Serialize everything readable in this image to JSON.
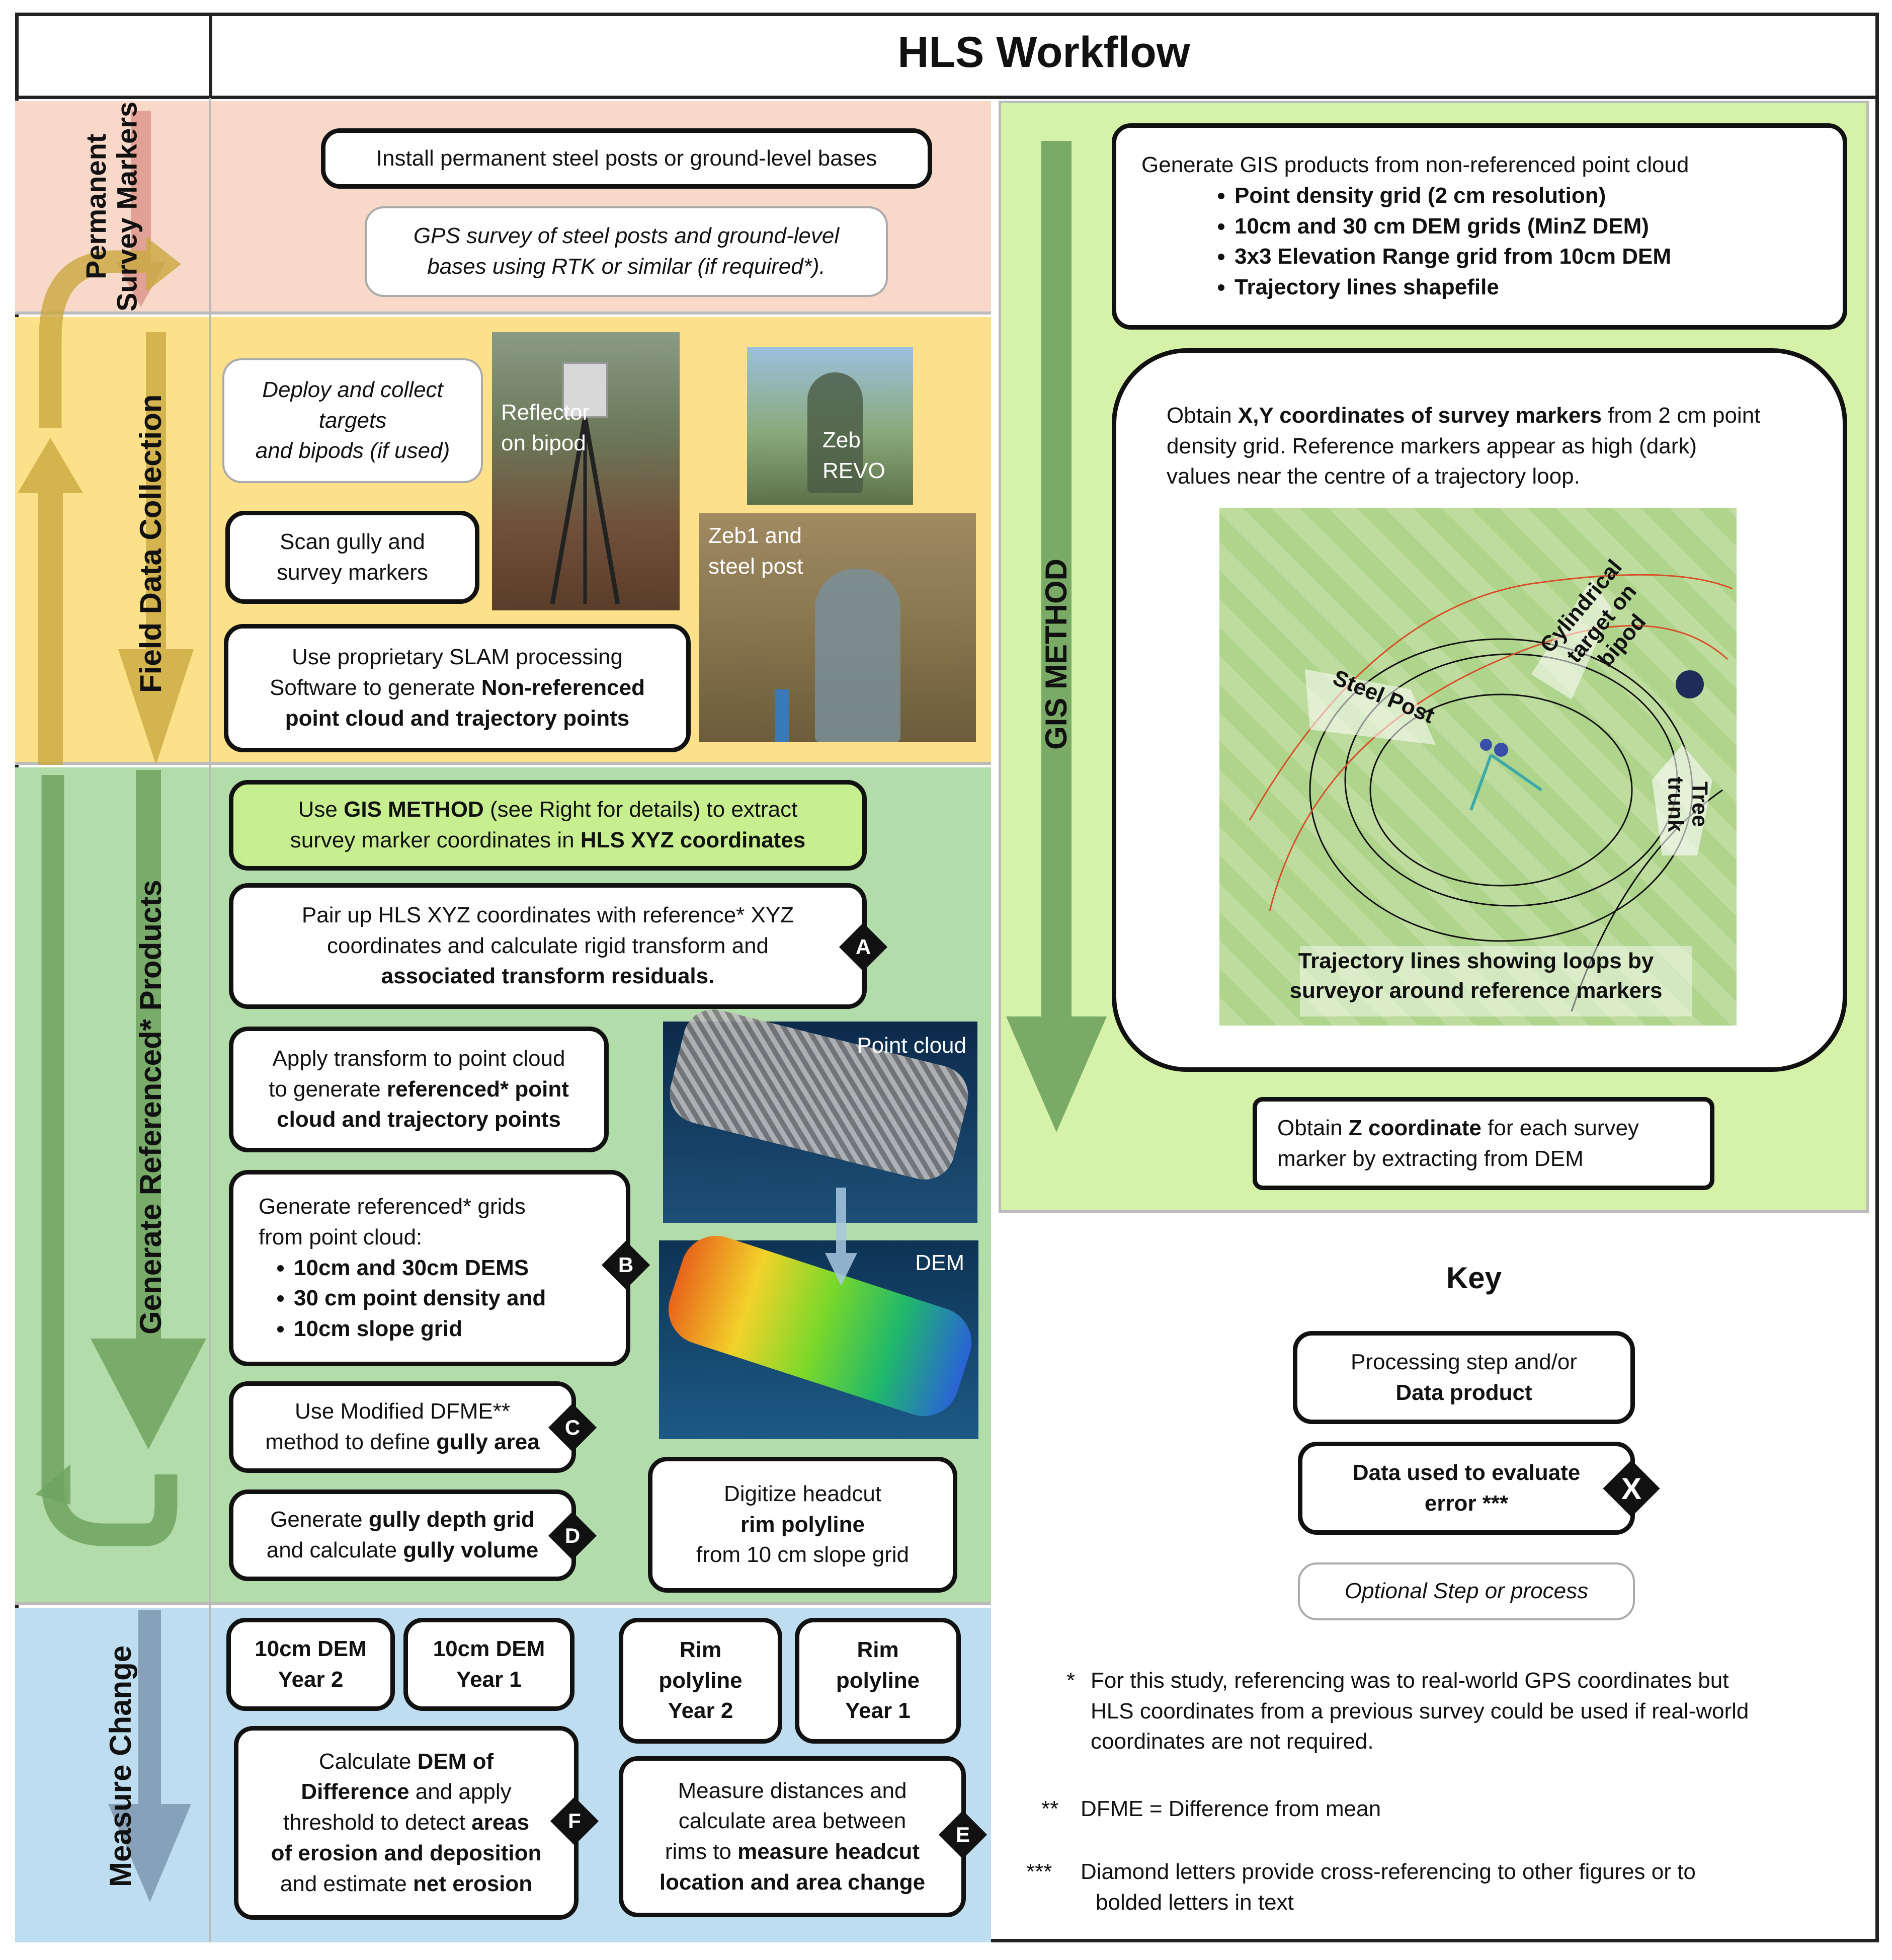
{
  "title": "HLS Workflow",
  "colors": {
    "survey": "#f8d8c8",
    "field": "#fde08a",
    "generate": "#b2dcaa",
    "measure": "#bfddf0",
    "gis": "#d6f2a8",
    "green_box": "#c7ef8f"
  },
  "sections": {
    "survey": "Permanent Survey Markers",
    "field": "Field Data Collection",
    "generate": "Generate Referenced* Products",
    "measure": "Measure Change"
  },
  "survey_boxes": {
    "install": "Install permanent steel posts or ground-level bases",
    "gps_1": "GPS survey of steel posts and ground-level",
    "gps_2": "bases using RTK or similar (if required*)."
  },
  "field_boxes": {
    "deploy_1": "Deploy and collect",
    "deploy_2": "targets",
    "deploy_3": "and bipods (if used)",
    "scan_1": "Scan gully and",
    "scan_2": "survey markers",
    "slam_1": "Use proprietary SLAM processing",
    "slam_2a": "Software to generate ",
    "slam_2b": "Non-referenced",
    "slam_3": "point cloud and trajectory points"
  },
  "photos": {
    "reflector": "Reflector on bipod",
    "zeb_revo": "Zeb REVO",
    "zeb1": "Zeb1 and steel post",
    "point_cloud": "Point cloud",
    "dem": "DEM"
  },
  "generate_boxes": {
    "gis_1a": "Use ",
    "gis_1b": "GIS METHOD",
    "gis_1c": " (see Right for details) to extract",
    "gis_2a": "survey marker coordinates in ",
    "gis_2b": "HLS XYZ coordinates",
    "pair_1": "Pair up HLS XYZ coordinates with reference*  XYZ",
    "pair_2": "coordinates and calculate rigid transform and",
    "pair_3": "associated transform residuals.",
    "apply_1": "Apply transform to point cloud",
    "apply_2a": "to generate ",
    "apply_2b": "referenced* point",
    "apply_3": "cloud and trajectory points",
    "grids_1": "Generate referenced* grids",
    "grids_2": "from point cloud:",
    "grids_items": [
      "10cm and 30cm DEMS",
      "30 cm point density and",
      "10cm slope grid"
    ],
    "dfme_1": "Use Modified DFME**",
    "dfme_2a": "method to define ",
    "dfme_2b": "gully area",
    "depth_1a": "Generate ",
    "depth_1b": "gully depth grid",
    "depth_2a": "and calculate ",
    "depth_2b": "gully volume",
    "digitize_1": "Digitize headcut",
    "digitize_2": "rim polyline",
    "digitize_3": "from 10 cm slope grid"
  },
  "measure_boxes": {
    "dem_y2": [
      "10cm DEM",
      "Year 2"
    ],
    "dem_y1": [
      "10cm DEM",
      "Year 1"
    ],
    "rim_y2": [
      "Rim",
      "polyline",
      "Year 2"
    ],
    "rim_y1": [
      "Rim",
      "polyline",
      "Year 1"
    ],
    "dod_1a": "Calculate ",
    "dod_1b": "DEM of",
    "dod_2a": "Difference",
    "dod_2b": " and apply",
    "dod_3a": "threshold to detect ",
    "dod_3b": "areas",
    "dod_4": "of erosion and deposition",
    "dod_5a": "and estimate ",
    "dod_5b": "net erosion",
    "dist_1": "Measure distances and",
    "dist_2": "calculate area between",
    "dist_3a": "rims to ",
    "dist_3b": "measure headcut",
    "dist_4": "location and area change"
  },
  "gis": {
    "label": "GIS METHOD",
    "products_title": "Generate GIS products from non-referenced point cloud",
    "products": [
      "Point density grid (2 cm resolution)",
      "10cm and 30 cm  DEM grids (MinZ DEM)",
      "3x3 Elevation Range grid from 10cm DEM",
      "Trajectory lines shapefile"
    ],
    "obtain_xy_1a": "Obtain ",
    "obtain_xy_1b": "X,Y coordinates of survey markers",
    "obtain_xy_1c": " from 2 cm point",
    "obtain_xy_2": "density grid. Reference markers appear as high (dark)",
    "obtain_xy_3": "values near the centre of a trajectory loop.",
    "map_steel": "Steel Post",
    "map_cyl": "Cylindrical target on bipod",
    "map_tree": "Tree trunk",
    "map_traj_1": "Trajectory lines showing loops by",
    "map_traj_2": "surveyor around reference markers",
    "obtain_z_1a": "Obtain ",
    "obtain_z_1b": "Z coordinate",
    "obtain_z_1c": " for each survey",
    "obtain_z_2": "marker by extracting from DEM"
  },
  "key": {
    "title": "Key",
    "processing_1": "Processing step and/or",
    "processing_2": "Data product",
    "error_1": "Data used to evaluate",
    "error_2": "error ***",
    "optional": "Optional Step or process",
    "x": "X"
  },
  "diamonds": {
    "a": "A",
    "b": "B",
    "c": "C",
    "d": "D",
    "e": "E",
    "f": "F"
  },
  "footnotes": {
    "n1_mark": "*",
    "n1_1": "For this study, referencing was to real-world GPS coordinates but",
    "n1_2": "HLS coordinates from a previous survey could be used if real-world",
    "n1_3": "coordinates are not required.",
    "n2_mark": "**",
    "n2": "DFME = Difference from mean",
    "n3_mark": "***",
    "n3_1": "Diamond letters provide cross-referencing to other figures or to",
    "n3_2": "bolded letters in text"
  }
}
